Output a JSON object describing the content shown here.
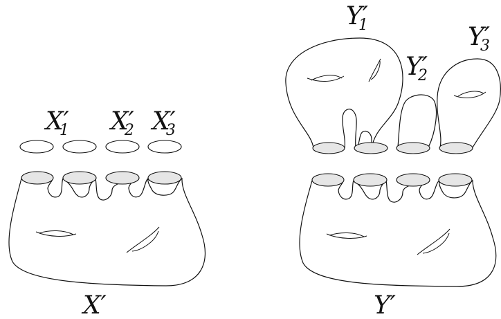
{
  "labels": {
    "x1": {
      "main": "X",
      "prime": "′",
      "sub": "1"
    },
    "x2": {
      "main": "X",
      "prime": "′",
      "sub": "2"
    },
    "x3": {
      "main": "X",
      "prime": "′",
      "sub": "3"
    },
    "x_prime": {
      "main": "X",
      "prime": "′"
    },
    "y1": {
      "main": "Y",
      "prime": "′",
      "sub": "1"
    },
    "y2": {
      "main": "Y",
      "prime": "′",
      "sub": "2"
    },
    "y3": {
      "main": "Y",
      "prime": "′",
      "sub": "3"
    },
    "y_prime": {
      "main": "Y",
      "prime": "′"
    }
  },
  "colors": {
    "stroke": "#111111",
    "disk_fill": "#e6e6e6"
  }
}
